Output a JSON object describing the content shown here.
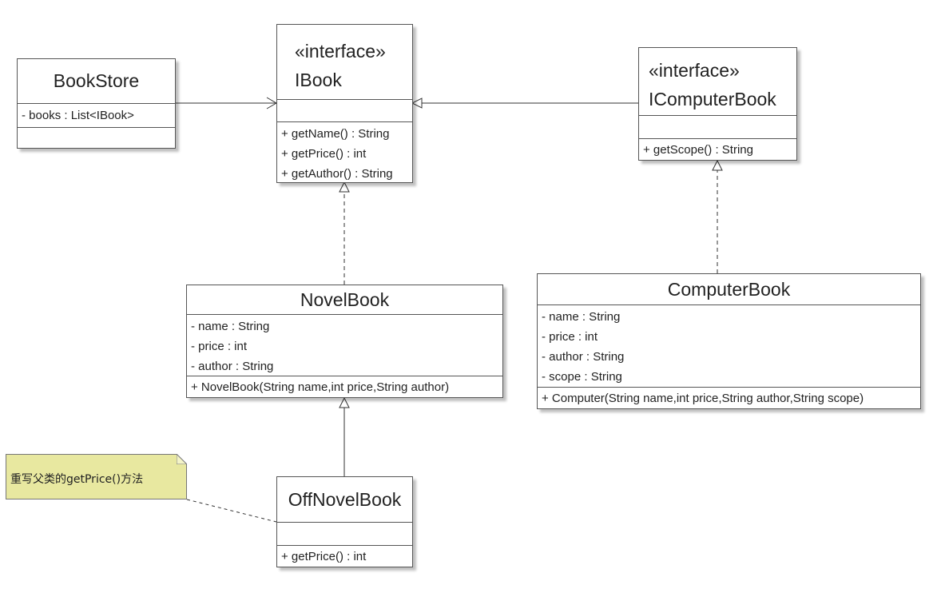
{
  "classes": {
    "bookstore": {
      "name": "BookStore",
      "attributes": [
        "- books : List<IBook>"
      ],
      "operations": []
    },
    "ibook": {
      "stereotype": "«interface»",
      "name": "IBook",
      "attributes": [],
      "operations": [
        "+ getName() : String",
        "+ getPrice() : int",
        "+ getAuthor() : String"
      ]
    },
    "icomputerbook": {
      "stereotype": "«interface»",
      "name": "IComputerBook",
      "attributes": [],
      "operations": [
        "+ getScope() : String"
      ]
    },
    "novelbook": {
      "name": "NovelBook",
      "attributes": [
        "- name : String",
        "- price : int",
        "- author : String"
      ],
      "operations": [
        "+ NovelBook(String name,int price,String author)"
      ]
    },
    "computerbook": {
      "name": "ComputerBook",
      "attributes": [
        "- name : String",
        "- price : int",
        "- author : String",
        "- scope : String"
      ],
      "operations": [
        "+ Computer(String name,int price,String author,String scope)"
      ]
    },
    "offnovelbook": {
      "name": "OffNovelBook",
      "attributes": [],
      "operations": [
        "+ getPrice() : int"
      ]
    }
  },
  "note": {
    "text": "重写父类的getPrice()方法"
  },
  "colors": {
    "note_fill": "#e8e8a0",
    "border": "#555555"
  }
}
